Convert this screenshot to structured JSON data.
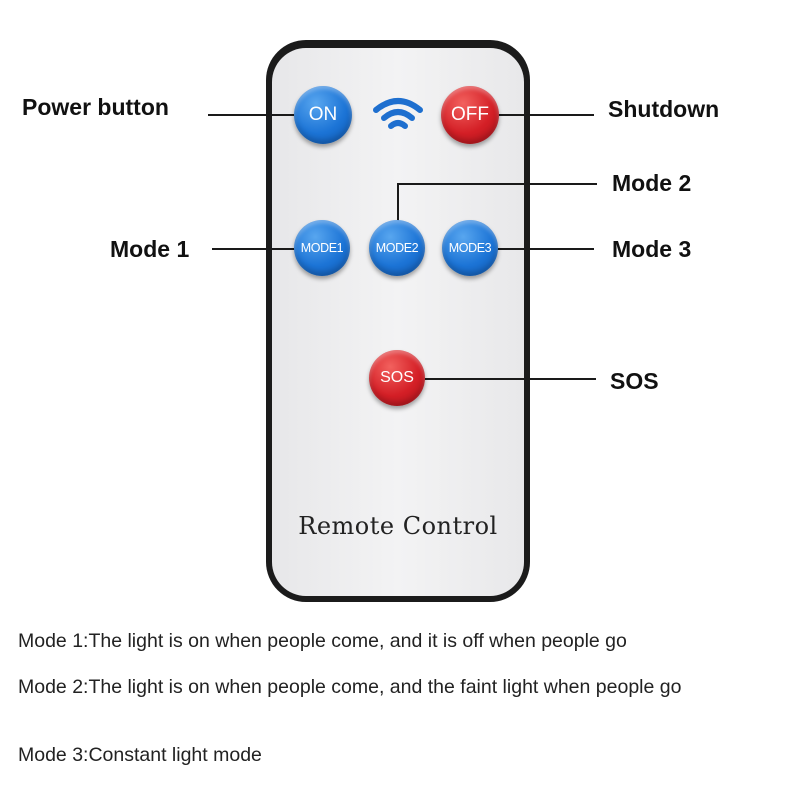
{
  "remote": {
    "label": "Remote Control",
    "buttons": {
      "on": "ON",
      "off": "OFF",
      "mode1": "MODE1",
      "mode2": "MODE2",
      "mode3": "MODE3",
      "sos": "SOS"
    },
    "signal_icon": "wifi-signal-icon"
  },
  "callouts": {
    "power": "Power button",
    "shutdown": "Shutdown",
    "mode1": "Mode 1",
    "mode2": "Mode 2",
    "mode3": "Mode 3",
    "sos": "SOS"
  },
  "notes": [
    "Mode 1:The light is on when people come, and it is off when people go",
    "Mode 2:The light is on when people come, and the faint light when people go",
    "Mode 3:Constant light mode"
  ],
  "colors": {
    "blue_button": "#1c74d6",
    "red_button": "#d41f26",
    "remote_border": "#1b1b1b",
    "remote_face": "#f0f0f1"
  }
}
